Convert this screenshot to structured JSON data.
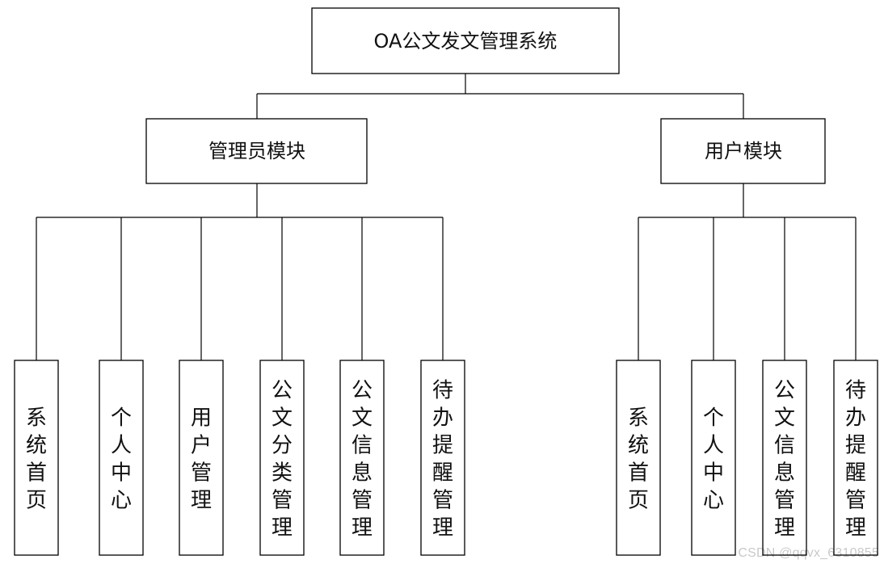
{
  "diagram": {
    "root": {
      "label": "OA公文发文管理系统"
    },
    "modules": [
      {
        "label": "管理员模块",
        "children": [
          "系统首页",
          "个人中心",
          "用户管理",
          "公文分类管理",
          "公文信息管理",
          "待办提醒管理"
        ]
      },
      {
        "label": "用户模块",
        "children": [
          "系统首页",
          "个人中心",
          "公文信息管理",
          "待办提醒管理"
        ]
      }
    ]
  },
  "watermark": "CSDN @qqvx_6310855"
}
